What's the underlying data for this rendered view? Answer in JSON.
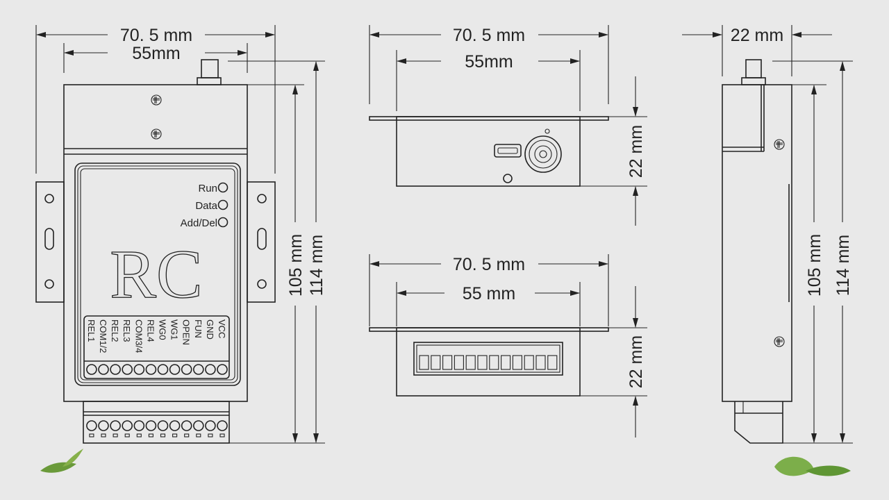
{
  "front_view": {
    "width_outer": "70. 5 mm",
    "width_inner": "55mm",
    "height_body": "105 mm",
    "height_total": "114 mm",
    "indicators": [
      "Run",
      "Data",
      "Add/Del"
    ],
    "logo": "RC",
    "terminals": [
      "VCC",
      "GND",
      "FUN",
      "OPEN",
      "WG1",
      "WG0",
      "REL4",
      "COM3/4",
      "REL3",
      "REL2",
      "COM1/2",
      "REL1"
    ]
  },
  "top_view": {
    "width_outer": "70. 5 mm",
    "width_inner": "55mm",
    "depth": "22 mm"
  },
  "bottom_view": {
    "width_outer": "70. 5 mm",
    "width_inner": "55 mm",
    "depth": "22 mm"
  },
  "side_view": {
    "depth": "22 mm",
    "height_body": "105 mm",
    "height_total": "114 mm"
  }
}
